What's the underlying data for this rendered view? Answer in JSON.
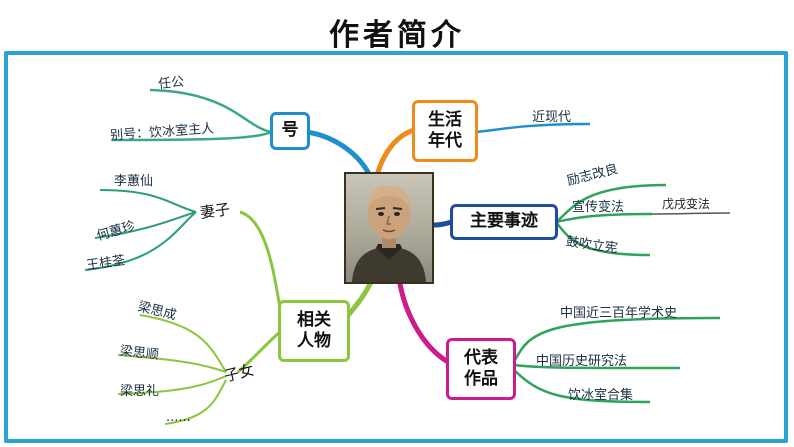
{
  "title": "作者简介",
  "colors": {
    "frame": "#29a3d6",
    "branch_hao": "#1f8fd0",
    "branch_era": "#f08a1c",
    "branch_deeds": "#1f4e9c",
    "branch_people": "#8cc63f",
    "branch_works": "#cc1c8c",
    "leaf_hao": "#3aa78e",
    "leaf_deeds": "#2fa35b",
    "leaf_wife": "#2b9e72",
    "leaf_works": "#2fa35b"
  },
  "portrait": {
    "icon": "portrait-photo-icon"
  },
  "branches": {
    "hao": {
      "label": "号",
      "leaves": [
        "任公",
        "别号：饮冰室主人"
      ]
    },
    "era": {
      "label": "生活\n年代",
      "leaves": [
        "近现代"
      ]
    },
    "deeds": {
      "label": "主要事迹",
      "leaves": [
        "励志改良",
        "宣传变法",
        "鼓吹立宪"
      ],
      "sub_leaf": "戊戌变法"
    },
    "people": {
      "label": "相关\n人物",
      "wife": {
        "label": "妻子",
        "leaves": [
          "李蕙仙",
          "何蕙珍",
          "王桂荃"
        ]
      },
      "children": {
        "label": "子女",
        "leaves": [
          "梁思成",
          "梁思顺",
          "梁思礼",
          "......"
        ]
      }
    },
    "works": {
      "label": "代表\n作品",
      "leaves": [
        "中国近三百年学术史",
        "中国历史研究法",
        "饮冰室合集"
      ]
    }
  }
}
